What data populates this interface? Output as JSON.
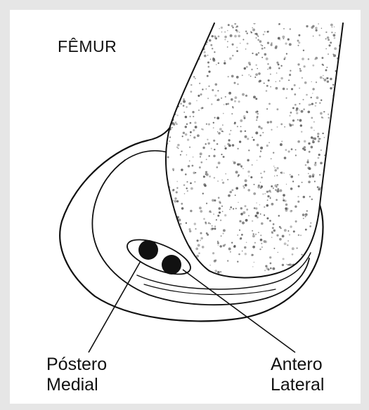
{
  "title": "FÊMUR",
  "labels": {
    "postero": {
      "line1": "Póstero",
      "line2": "Medial"
    },
    "antero": {
      "line1": "Antero",
      "line2": "Lateral"
    }
  },
  "colors": {
    "background": "#e6e6e6",
    "paper": "#ffffff",
    "ink": "#111111",
    "stipple": "#555555"
  }
}
